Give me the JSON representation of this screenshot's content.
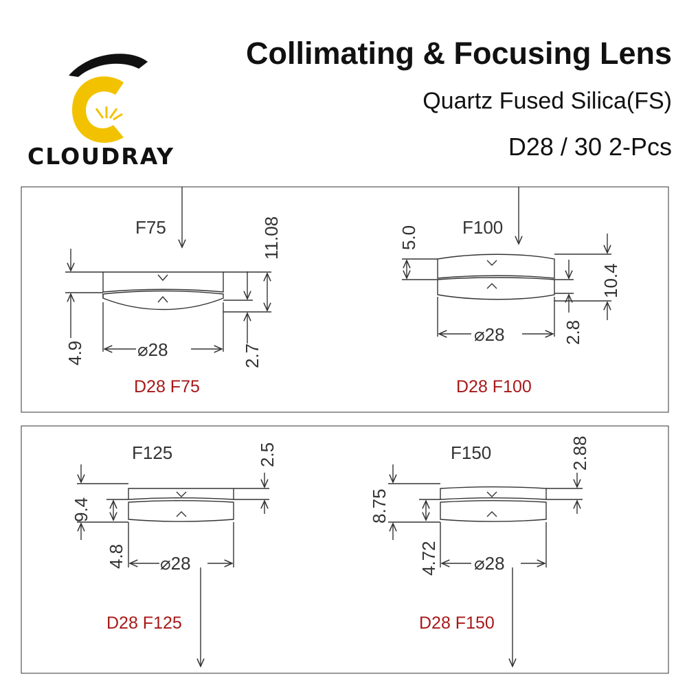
{
  "header": {
    "brand": "CLOUDRAY",
    "title": "Collimating & Focusing  Lens",
    "subtitle": "Quartz Fused Silica(FS)",
    "model": "D28 / 30 2-Pcs"
  },
  "colors": {
    "brand_yellow": "#f2c200",
    "brand_black": "#111111",
    "caption_red": "#a81818",
    "line": "#333333"
  },
  "lenses": {
    "f75": {
      "focal": "F75",
      "diameter": "⌀28",
      "dim_total": "11.08",
      "dim_top": "2.7",
      "dim_left": "4.9",
      "caption": "D28 F75"
    },
    "f100": {
      "focal": "F100",
      "diameter": "⌀28",
      "dim_left": "5.0",
      "dim_total": "10.4",
      "dim_bottom": "2.8",
      "caption": "D28 F100"
    },
    "f125": {
      "focal": "F125",
      "diameter": "⌀28",
      "dim_top": "2.5",
      "dim_total": "9.4",
      "dim_inner": "4.8",
      "caption": "D28 F125"
    },
    "f150": {
      "focal": "F150",
      "diameter": "⌀28",
      "dim_top": "2.88",
      "dim_total": "8.75",
      "dim_inner": "4.72",
      "caption": "D28 F150"
    }
  }
}
